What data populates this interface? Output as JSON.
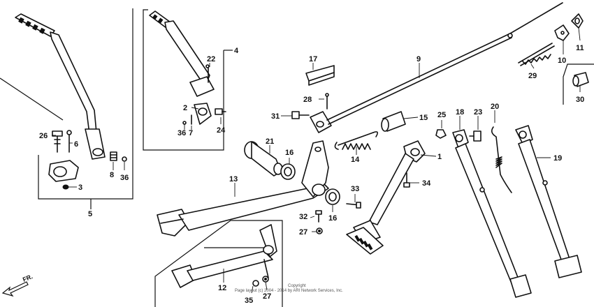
{
  "callouts": [
    "1",
    "2",
    "3",
    "4",
    "5",
    "6",
    "7",
    "8",
    "9",
    "10",
    "11",
    "12",
    "13",
    "14",
    "15",
    "16",
    "16",
    "17",
    "19",
    "18",
    "20",
    "21",
    "22",
    "23",
    "24",
    "25",
    "26",
    "27",
    "27",
    "28",
    "29",
    "30",
    "31",
    "32",
    "33",
    "34",
    "35",
    "36",
    "36"
  ],
  "direction_arrow": {
    "label": "FR.",
    "icon": "arrow-left-down-icon"
  },
  "copyright": {
    "line1": "Copyright",
    "line2": "Page layout (c) 2004 - 2014 by ARI Network Services, Inc."
  }
}
